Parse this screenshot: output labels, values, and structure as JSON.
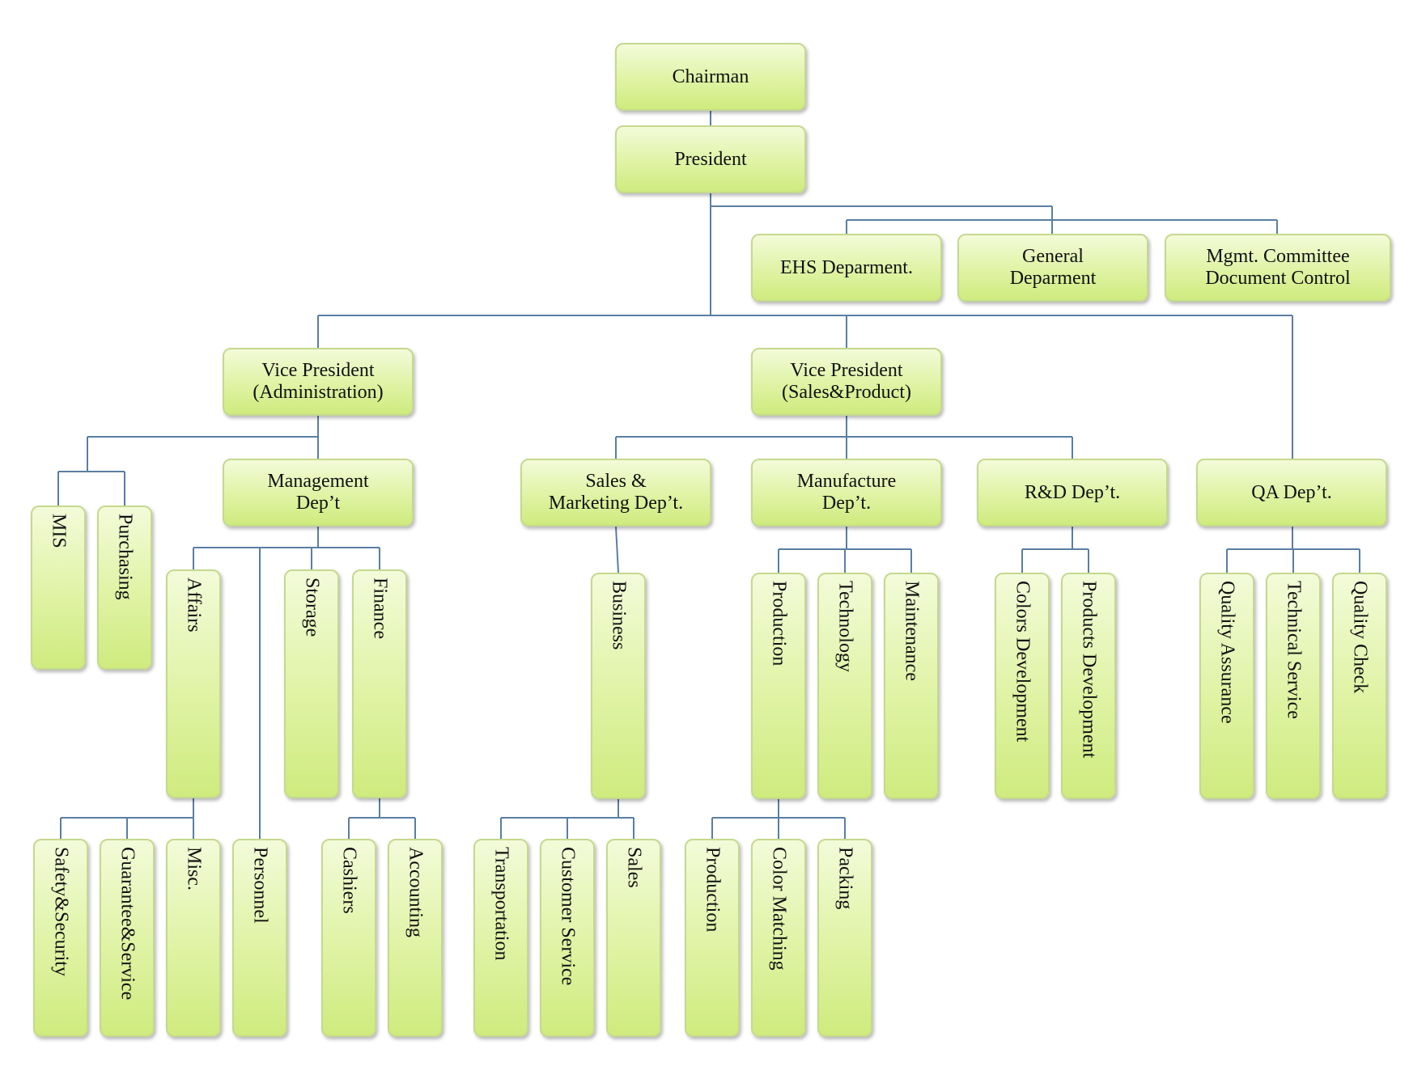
{
  "org": {
    "chairman": "Chairman",
    "president": "President",
    "ehs": "EHS Deparment.",
    "general": "General\nDeparment",
    "mgmt_committee": "Mgmt. Committee\nDocument Control",
    "vp_admin": "Vice President\n(Administration)",
    "vp_sales": "Vice President\n(Sales&Product)",
    "mis": "MIS",
    "purchasing": "Purchasing",
    "management": "Management\nDep’t",
    "affairs": "Affairs",
    "storage": "Storage",
    "finance": "Finance",
    "safety": "Safety&Security",
    "guarantee": "Guarantee&Service",
    "misc": "Misc.",
    "personnel": "Personnel",
    "cashiers": "Cashiers",
    "accounting": "Accounting",
    "sales_marketing": "Sales &\nMarketing Dep’t.",
    "business": "Business",
    "transportation": "Transportation",
    "customer_service": "Customer Service",
    "sales": "Sales",
    "manufacture": "Manufacture\nDep’t.",
    "production_mfg": "Production",
    "technology": "Technology",
    "maintenance": "Maintenance",
    "production_sub": "Production",
    "color_matching": "Color Matching",
    "packing": "Packing",
    "rd": "R&D Dep’t.",
    "colors_dev": "Colors Development",
    "products_dev": "Products Development",
    "qa": "QA Dep’t.",
    "quality_assurance": "Quality Assurance",
    "technical_service": "Technical Service",
    "quality_check": "Quality Check"
  },
  "colors": {
    "connector": "#5a7ea2",
    "node_border": "#c5d98e",
    "node_fill": "#dff3a4"
  }
}
